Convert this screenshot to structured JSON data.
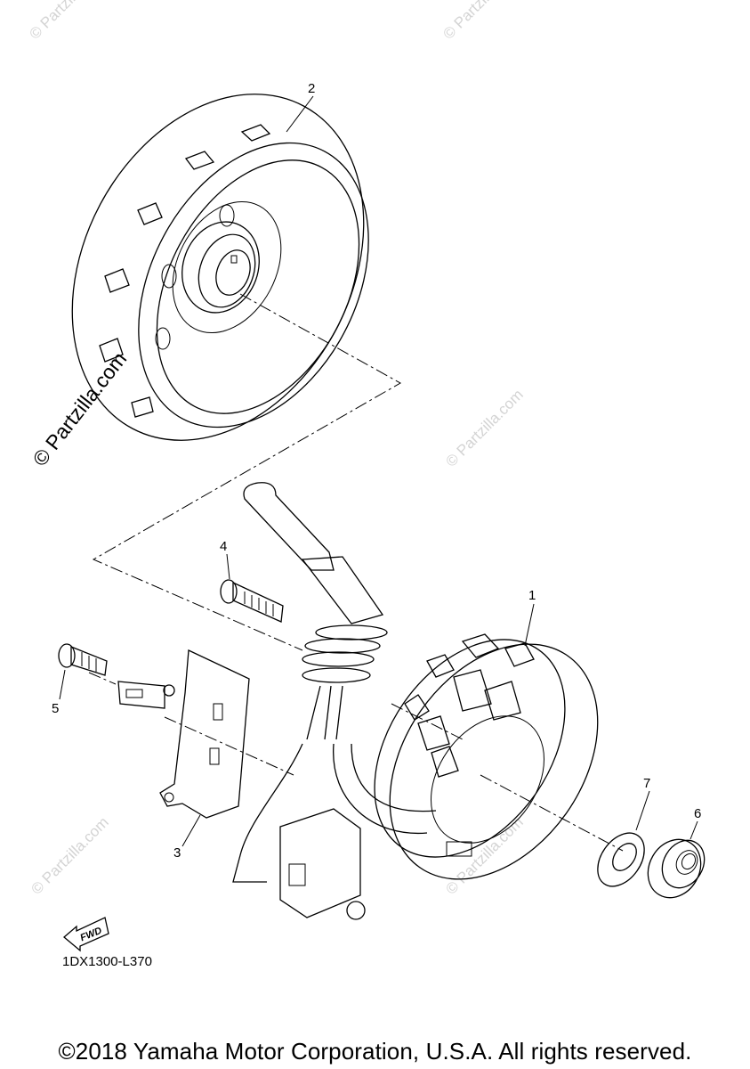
{
  "callouts": [
    {
      "id": "1",
      "label": "1"
    },
    {
      "id": "2",
      "label": "2"
    },
    {
      "id": "3",
      "label": "3"
    },
    {
      "id": "4",
      "label": "4"
    },
    {
      "id": "5",
      "label": "5"
    },
    {
      "id": "6",
      "label": "6"
    },
    {
      "id": "7",
      "label": "7"
    }
  ],
  "direction_tag": "FWD",
  "diagram_code": "1DX1300-L370",
  "watermark": "© Partzilla.com",
  "copyright": "©2018 Yamaha Motor Corporation, U.S.A. All rights reserved."
}
